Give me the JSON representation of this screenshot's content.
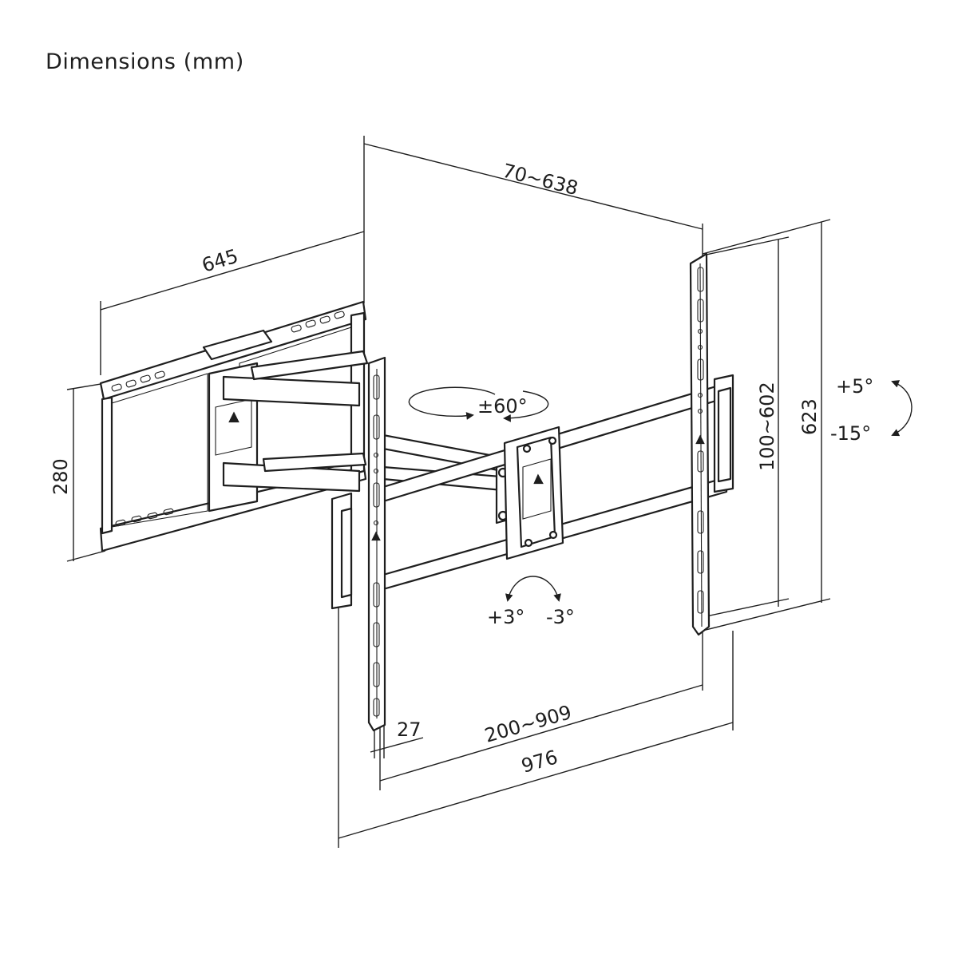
{
  "title": "Dimensions (mm)",
  "dimensions": {
    "plate_width": "645",
    "arm_extension": "70~638",
    "plate_height": "280",
    "vertical_spacing": "100~602",
    "bracket_height": "623",
    "bracket_offset": "27",
    "horizontal_spacing": "200~909",
    "overall_width": "976"
  },
  "angles": {
    "swivel": "±60°",
    "tilt_up": "+5°",
    "tilt_down": "-15°",
    "level_plus": "+3°",
    "level_minus": "-3°"
  },
  "colors": {
    "line": "#1e1e1e",
    "background": "#ffffff"
  }
}
